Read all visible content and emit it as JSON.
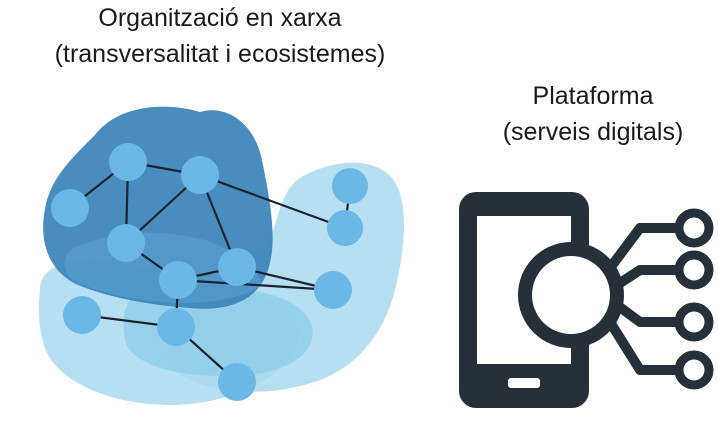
{
  "network": {
    "title_line1": "Organització en xarxa",
    "title_line2": "(transversalitat i ecosistemes)",
    "colors": {
      "blob_dark": "#3f86bb",
      "blob_light": "#a9d9ef",
      "node": "#6bb8e6",
      "edge": "#1c2430"
    }
  },
  "platform": {
    "title_line1": "Plataforma",
    "title_line2": "(serveis digitals)",
    "icon": "smartphone-network-icon",
    "colors": {
      "stroke": "#26303a"
    }
  }
}
